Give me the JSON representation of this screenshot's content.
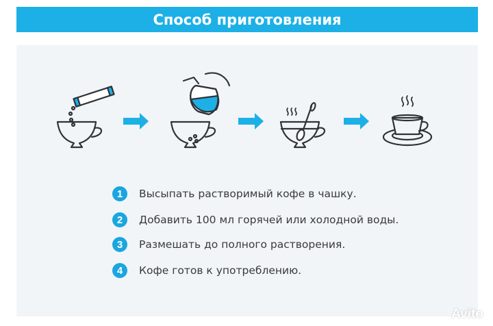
{
  "header": {
    "title": "Способ приготовления"
  },
  "illustration": {
    "icons": [
      "sachet-pour-cup-icon",
      "kettle-pour-cup-icon",
      "stir-spoon-cup-icon",
      "hot-cup-saucer-icon"
    ],
    "arrow_color": "#1cb0e6",
    "accent": "#1cb0e6"
  },
  "steps": [
    {
      "num": "1",
      "text": "Высыпать растворимый кофе в чашку."
    },
    {
      "num": "2",
      "text": "Добавить 100 мл горячей или холодной воды."
    },
    {
      "num": "3",
      "text": "Размешать до полного растворения."
    },
    {
      "num": "4",
      "text": "Кофе готов к употреблению."
    }
  ],
  "watermark": "Avito"
}
